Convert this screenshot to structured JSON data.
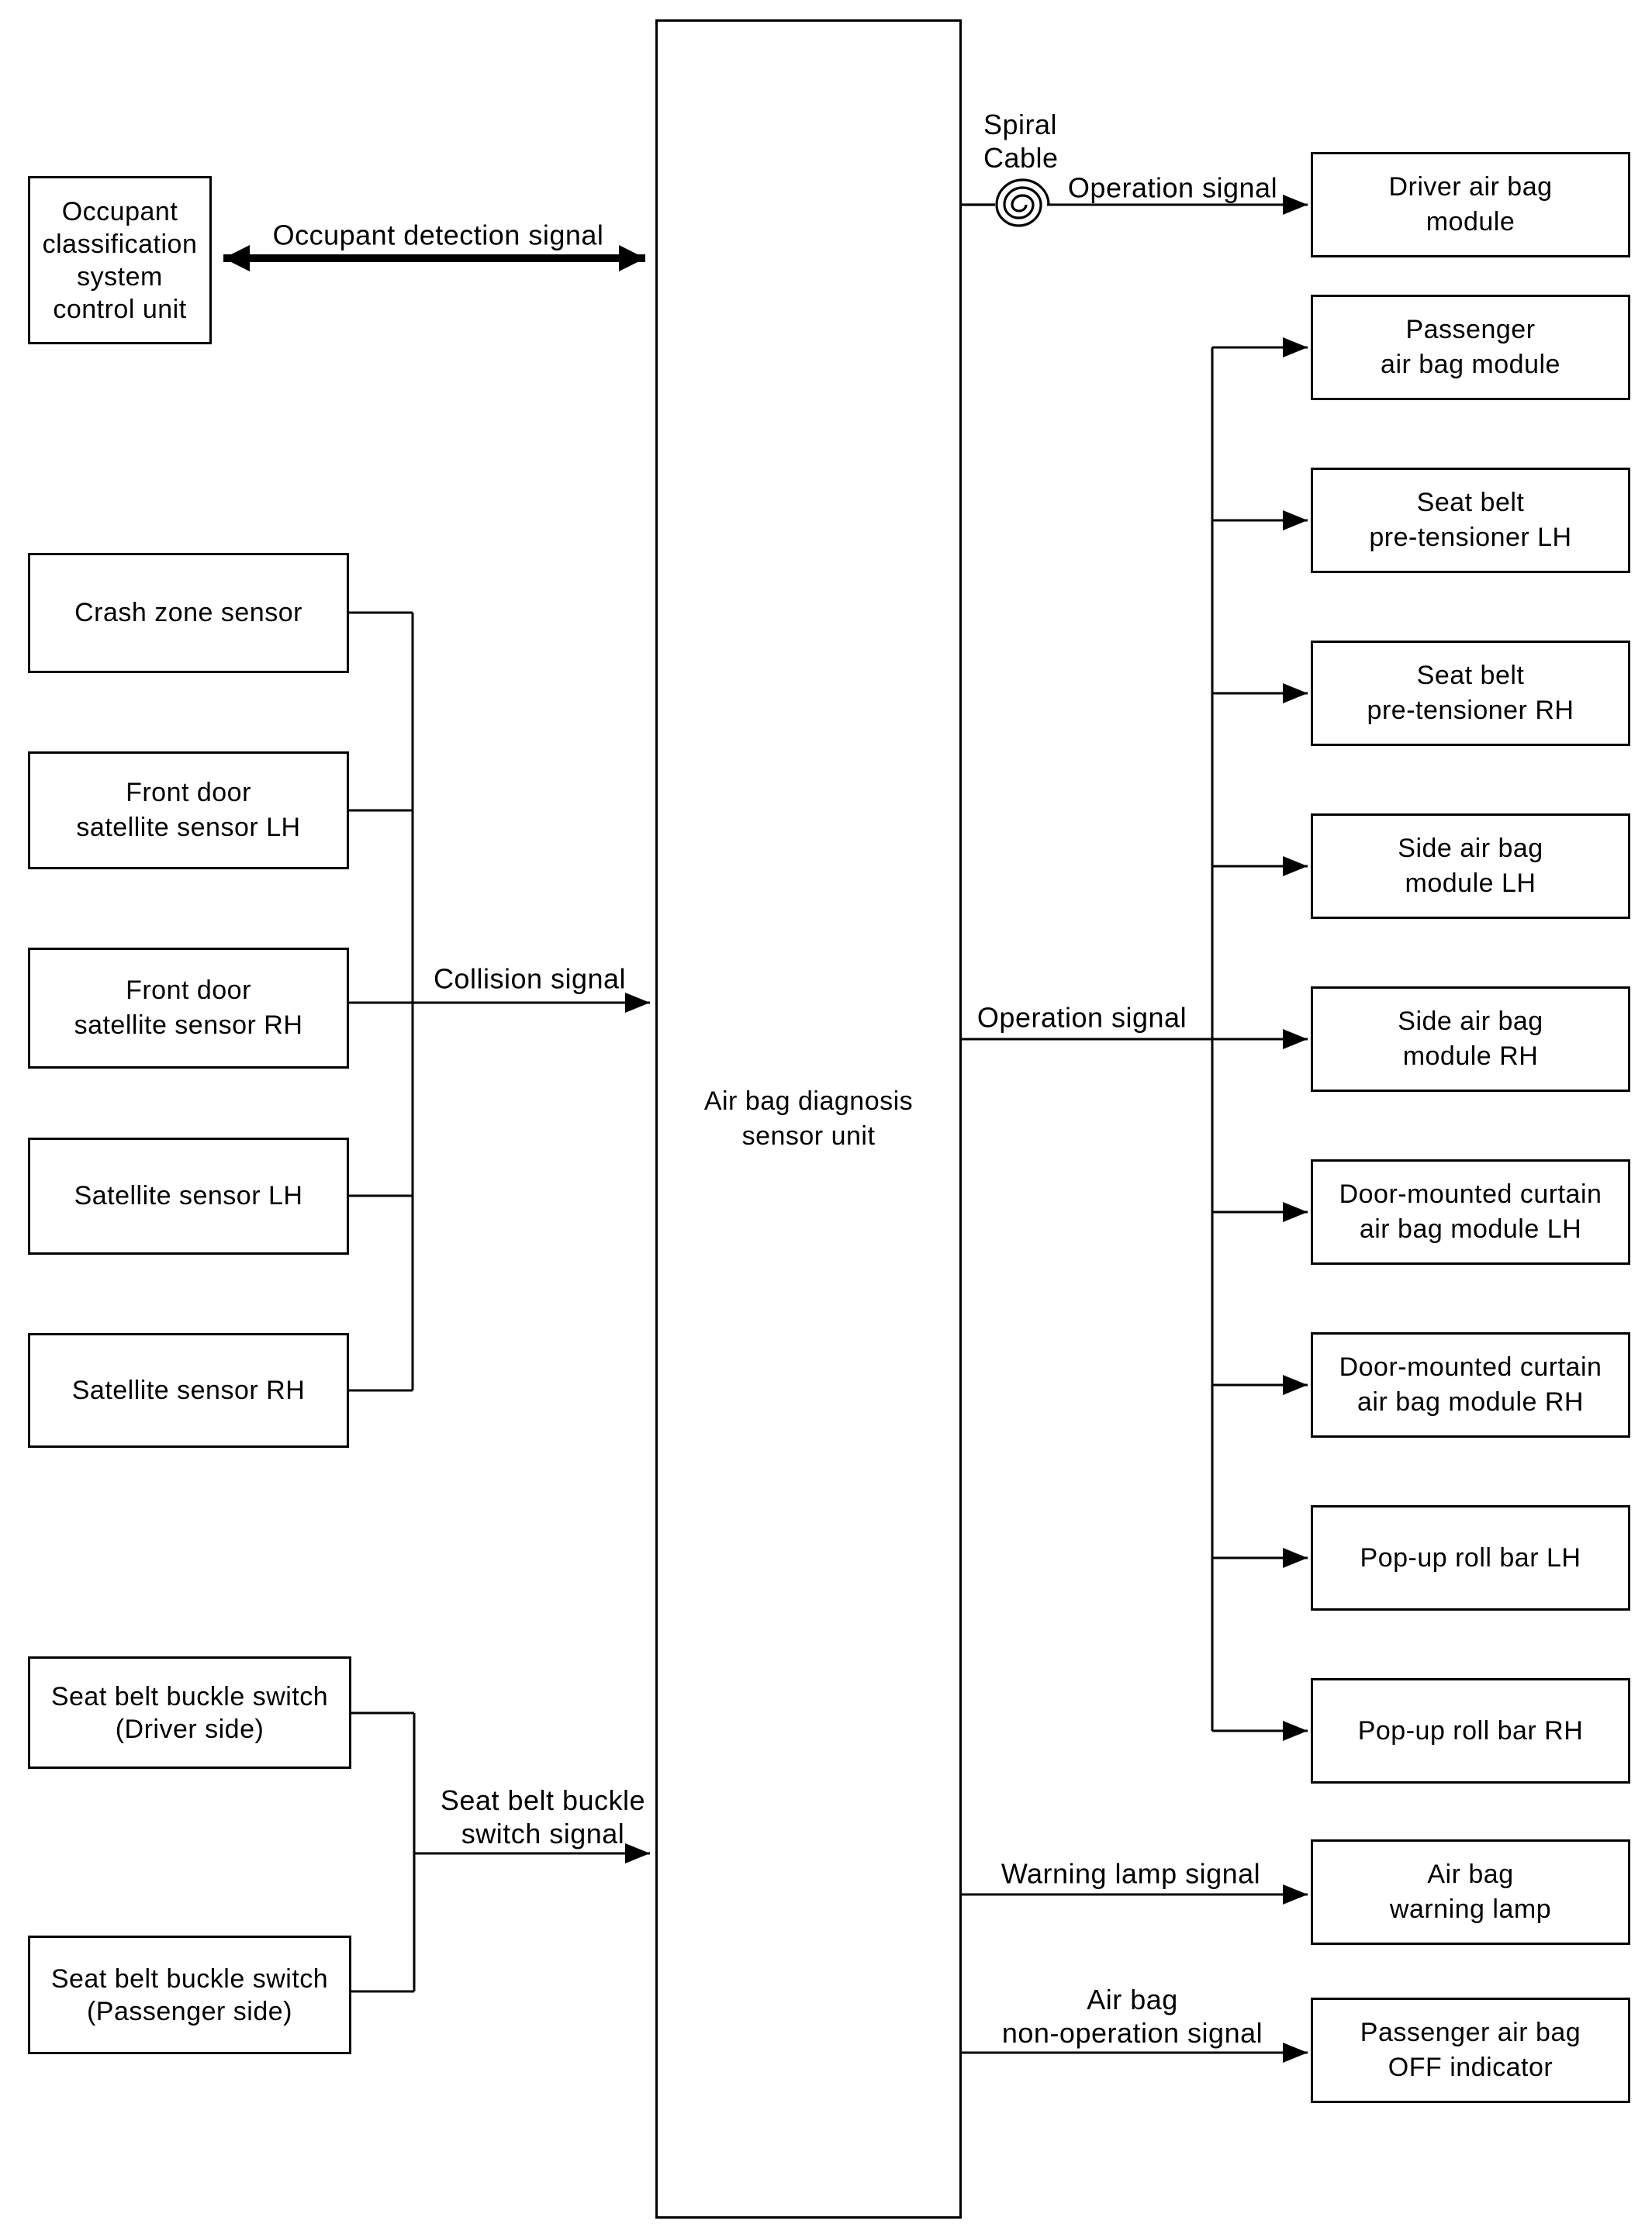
{
  "diagram": {
    "occupant_box": {
      "lines": [
        "Occupant",
        "classification",
        "system",
        "control unit"
      ]
    },
    "center_box": {
      "lines": [
        "Air bag diagnosis",
        "sensor unit"
      ]
    },
    "left_boxes": [
      {
        "lines": [
          "Crash zone sensor"
        ]
      },
      {
        "lines": [
          "Front door",
          "satellite sensor LH"
        ]
      },
      {
        "lines": [
          "Front door",
          "satellite sensor RH"
        ]
      },
      {
        "lines": [
          "Satellite sensor LH"
        ]
      },
      {
        "lines": [
          "Satellite sensor RH"
        ]
      }
    ],
    "buckle_boxes": [
      {
        "lines": [
          "Seat belt buckle switch",
          "(Driver side)"
        ]
      },
      {
        "lines": [
          "Seat belt buckle switch",
          "(Passenger side)"
        ]
      }
    ],
    "right_boxes": [
      {
        "lines": [
          "Driver air bag",
          "module"
        ]
      },
      {
        "lines": [
          "Passenger",
          "air bag module"
        ]
      },
      {
        "lines": [
          "Seat belt",
          "pre-tensioner LH"
        ]
      },
      {
        "lines": [
          "Seat belt",
          "pre-tensioner RH"
        ]
      },
      {
        "lines": [
          "Side air bag",
          "module LH"
        ]
      },
      {
        "lines": [
          "Side air bag",
          "module RH"
        ]
      },
      {
        "lines": [
          "Door-mounted curtain",
          "air bag module LH"
        ]
      },
      {
        "lines": [
          "Door-mounted curtain",
          "air bag module RH"
        ]
      },
      {
        "lines": [
          "Pop-up roll bar LH"
        ]
      },
      {
        "lines": [
          "Pop-up roll bar RH"
        ]
      },
      {
        "lines": [
          "Air bag",
          "warning lamp"
        ]
      },
      {
        "lines": [
          "Passenger air bag",
          "OFF indicator"
        ]
      }
    ],
    "labels": {
      "occupant_detection": "Occupant detection signal",
      "spiral_cable": [
        "Spiral",
        "Cable"
      ],
      "operation_top": "Operation signal",
      "collision": "Collision signal",
      "operation_mid": "Operation signal",
      "buckle_signal": [
        "Seat belt buckle",
        "switch signal"
      ],
      "warning_lamp": "Warning lamp signal",
      "non_operation": [
        "Air bag",
        "non-operation signal"
      ]
    },
    "colors": {
      "line": "#000000",
      "background": "#ffffff"
    }
  }
}
